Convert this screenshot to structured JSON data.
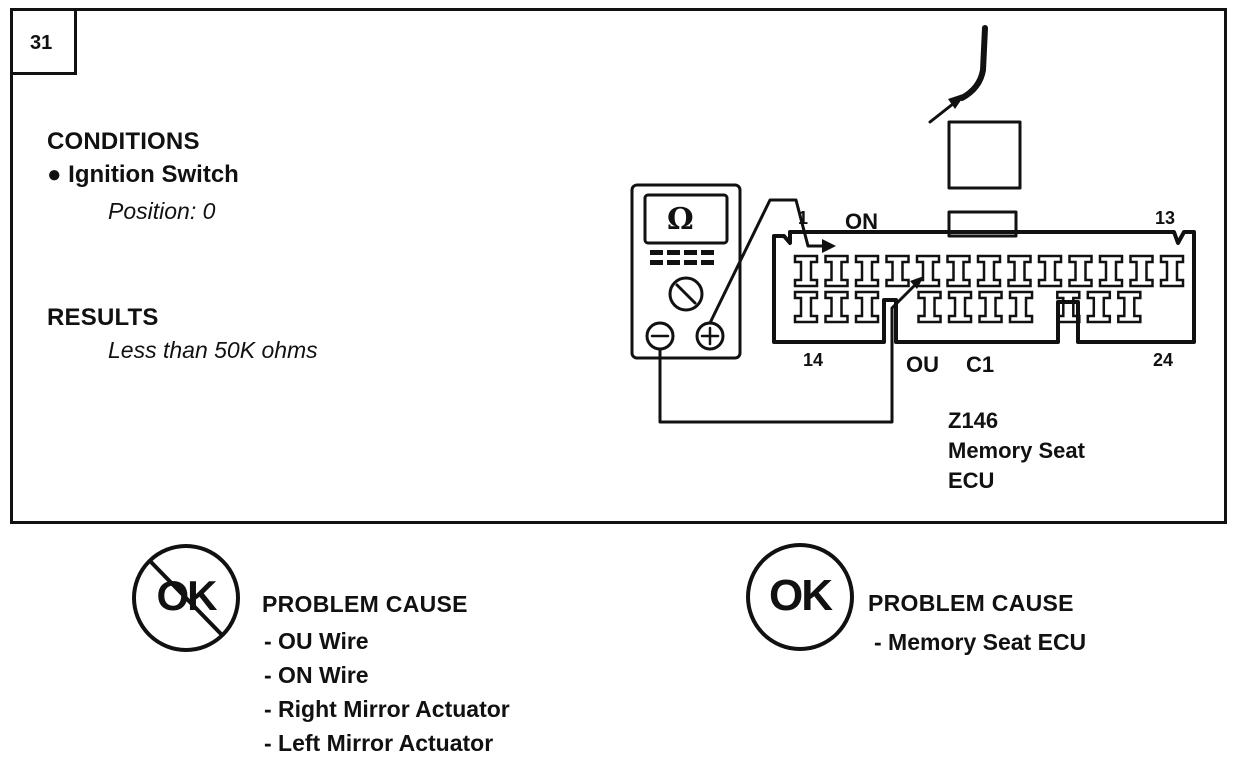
{
  "step": "31",
  "conditions": {
    "heading": "CONDITIONS",
    "item": "Ignition Switch",
    "detail": "Position: 0"
  },
  "results": {
    "heading": "RESULTS",
    "detail": "Less than 50K ohms"
  },
  "meter": {
    "symbol": "Ω"
  },
  "connector": {
    "pin_first_top": "1",
    "pin_last_top": "13",
    "pin_first_bottom": "14",
    "pin_last_bottom": "24",
    "terminal_top": "ON",
    "terminal_bottom_1": "OU",
    "terminal_bottom_2": "C1",
    "id": "Z146",
    "name_line1": "Memory Seat",
    "name_line2": "ECU"
  },
  "outcome_not_ok": {
    "badge": "OK",
    "heading": "PROBLEM CAUSE",
    "items": [
      "- OU  Wire",
      "- ON  Wire",
      "- Right Mirror Actuator",
      "- Left Mirror Actuator"
    ]
  },
  "outcome_ok": {
    "badge": "OK",
    "heading": "PROBLEM CAUSE",
    "items": [
      "- Memory Seat ECU"
    ]
  }
}
